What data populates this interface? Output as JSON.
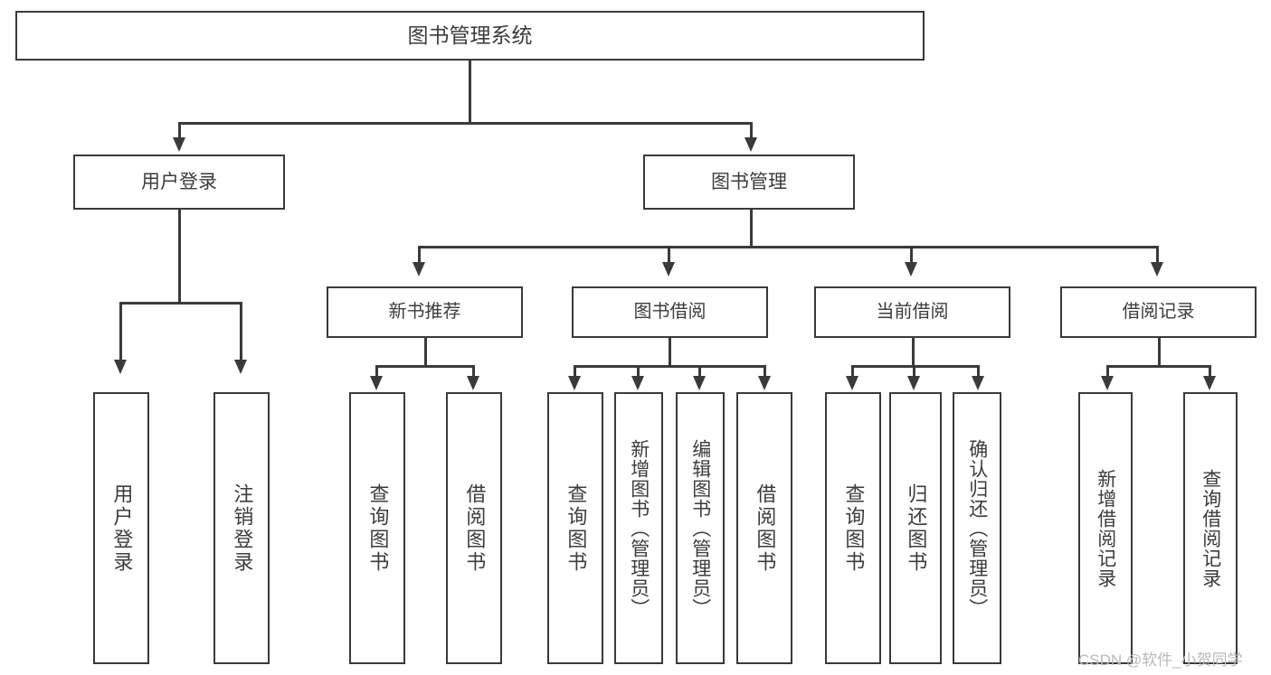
{
  "diagram": {
    "title": "图书管理系统",
    "type": "function-structure-tree",
    "orientation": "top-down"
  },
  "root": {
    "label": "图书管理系统"
  },
  "level2": [
    {
      "label": "用户登录"
    },
    {
      "label": "图书管理"
    }
  ],
  "level3": [
    {
      "label": "新书推荐"
    },
    {
      "label": "图书借阅"
    },
    {
      "label": "当前借阅"
    },
    {
      "label": "借阅记录"
    }
  ],
  "leaves": [
    {
      "label": "用户登录",
      "parent": "用户登录"
    },
    {
      "label": "注销登录",
      "parent": "用户登录"
    },
    {
      "label": "查询图书",
      "parent": "新书推荐"
    },
    {
      "label": "借阅图书",
      "parent": "新书推荐"
    },
    {
      "label": "查询图书",
      "parent": "图书借阅"
    },
    {
      "label": "新增图书（管理员）",
      "parent": "图书借阅"
    },
    {
      "label": "编辑图书（管理员）",
      "parent": "图书借阅"
    },
    {
      "label": "借阅图书",
      "parent": "图书借阅"
    },
    {
      "label": "查询图书",
      "parent": "当前借阅"
    },
    {
      "label": "归还图书",
      "parent": "当前借阅"
    },
    {
      "label": "确认归还（管理员）",
      "parent": "当前借阅"
    },
    {
      "label": "新增借阅记录",
      "parent": "借阅记录"
    },
    {
      "label": "查询借阅记录",
      "parent": "借阅记录"
    }
  ],
  "watermark": {
    "text": "CSDN @软件_小贺同学"
  },
  "colors": {
    "stroke": "#3a3a3a",
    "text": "#3c3c3c",
    "background": "#ffffff",
    "watermark": "#b9b9b9"
  }
}
